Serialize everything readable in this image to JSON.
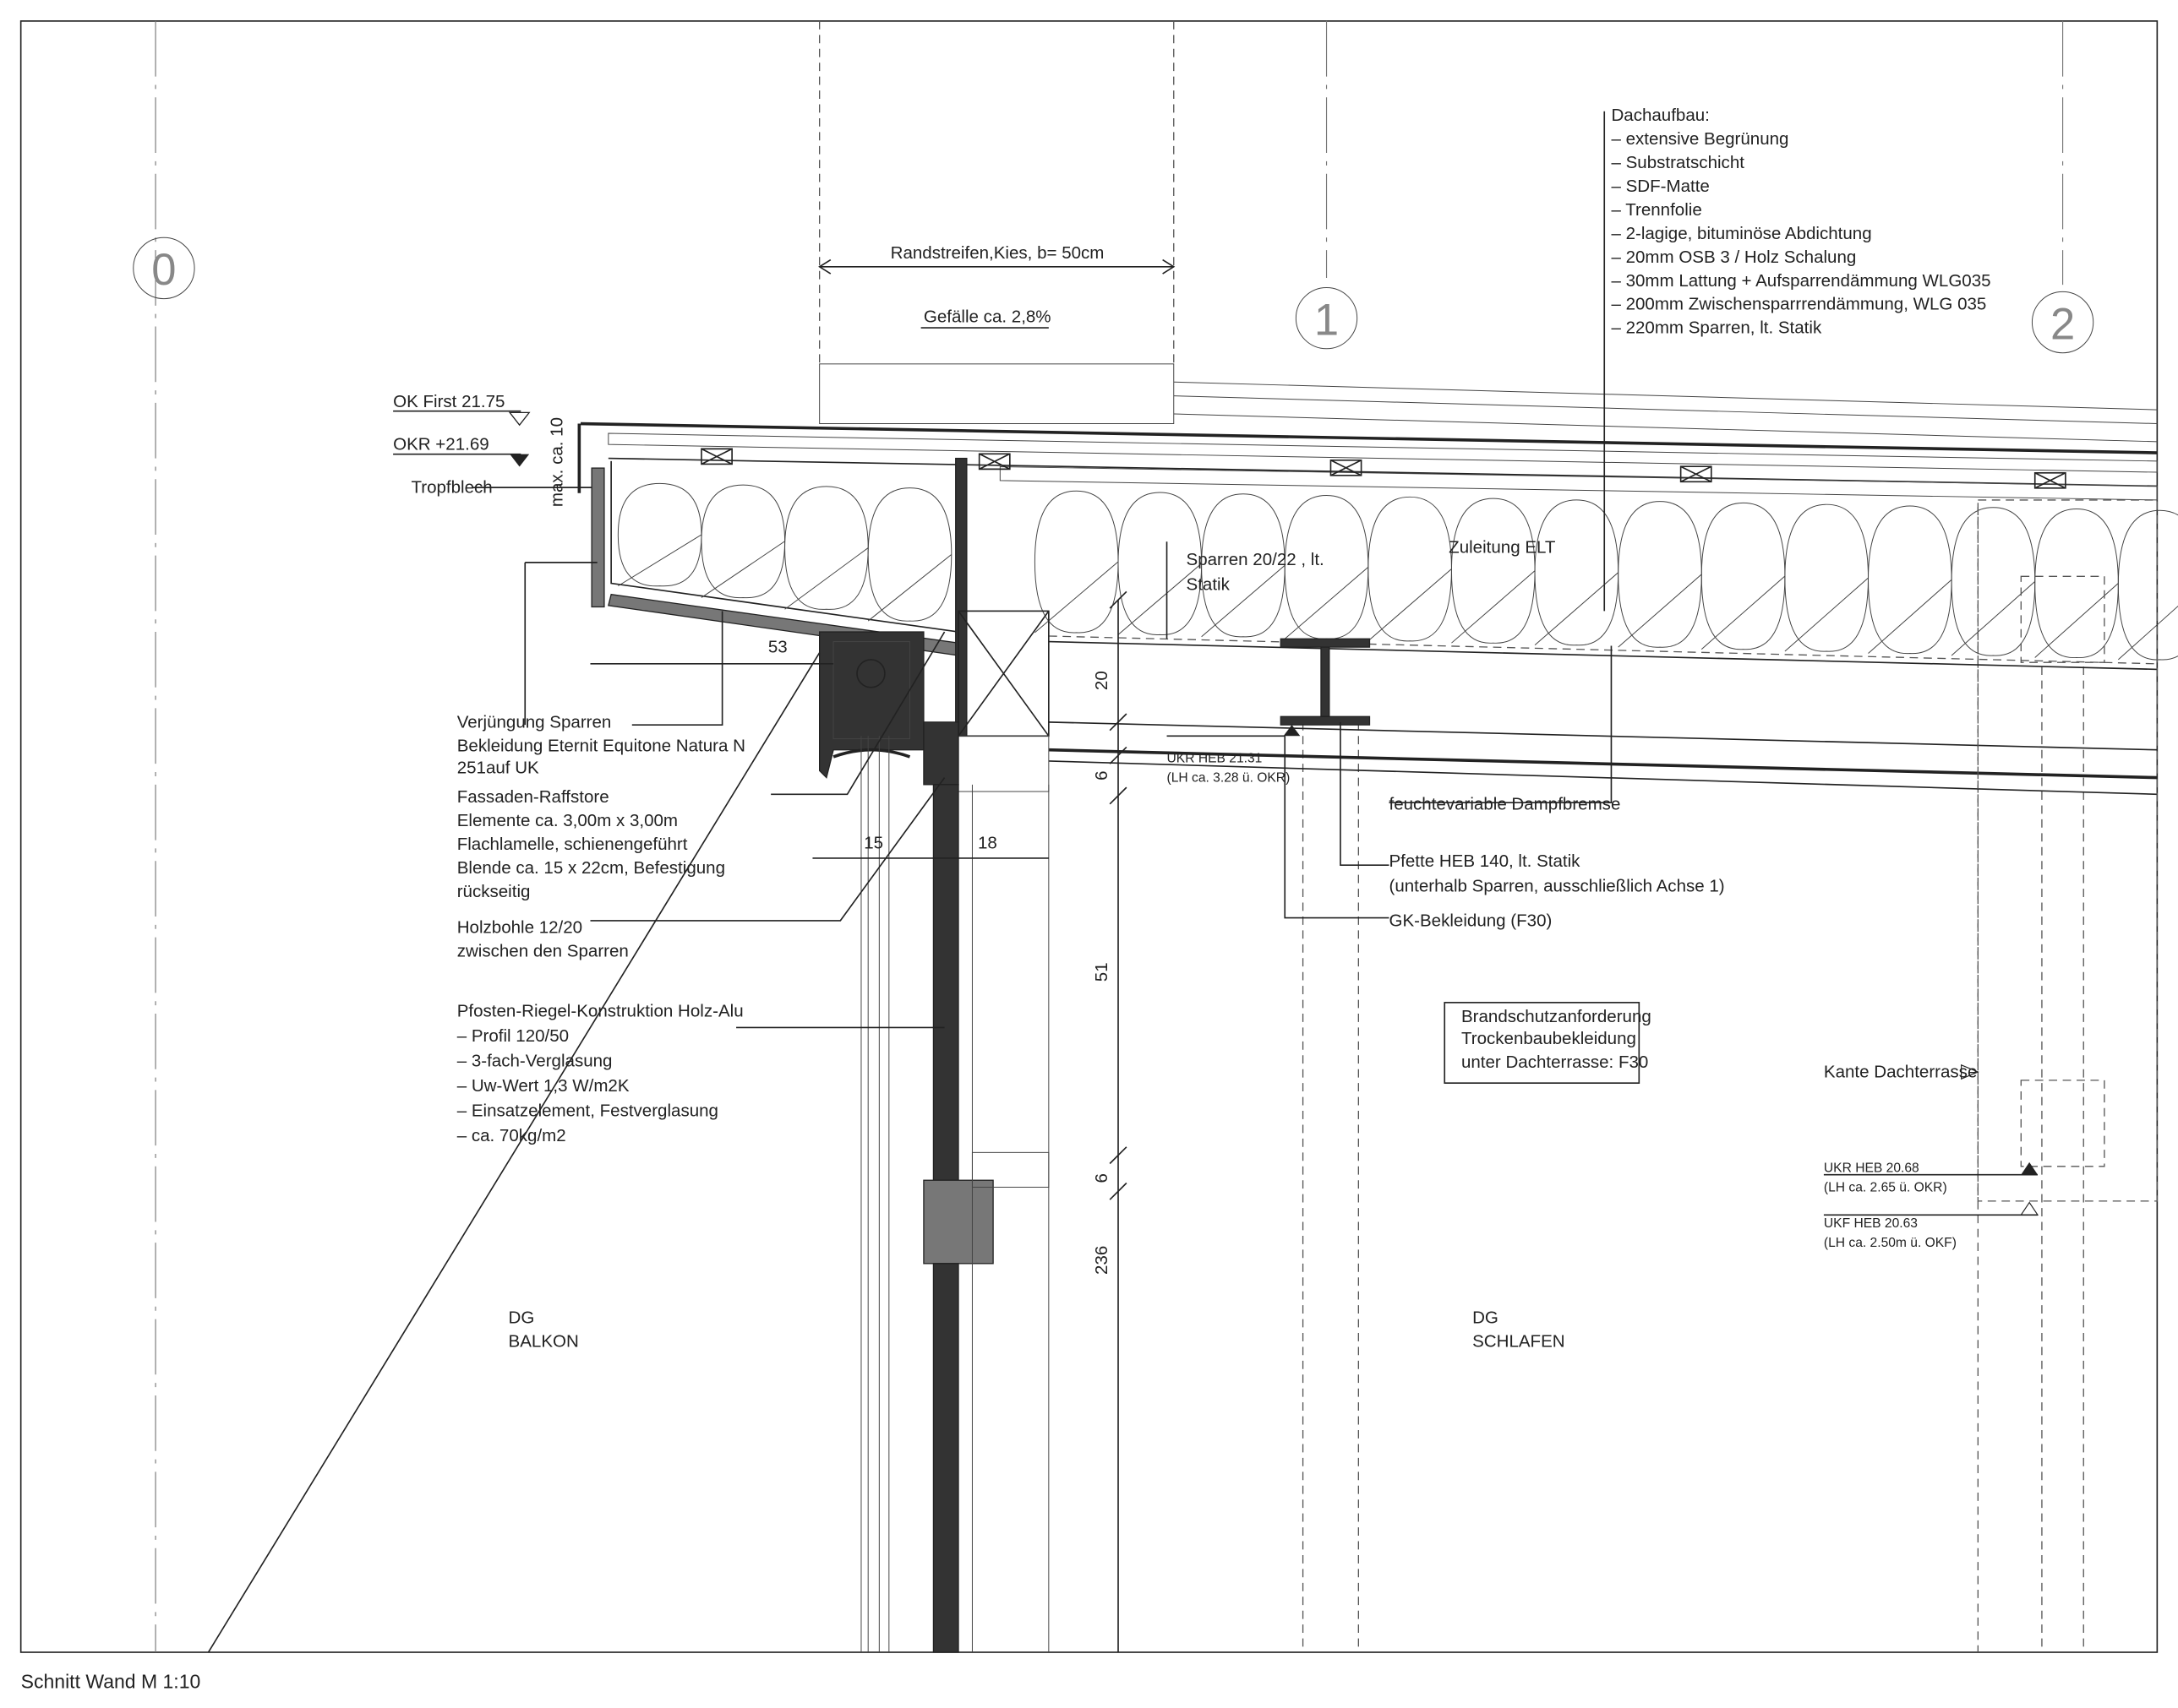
{
  "title": "Schnitt Wand M 1:10",
  "axes": [
    "0",
    "1",
    "2"
  ],
  "roof_build_up": {
    "heading": "Dachaufbau:",
    "items": [
      "– extensive Begrünung",
      "– Substratschicht",
      "– SDF-Matte",
      "– Trennfolie",
      "– 2-lagige, bituminöse Abdichtung",
      "– 20mm OSB 3 / Holz Schalung",
      "– 30mm Lattung + Aufsparrendämmung WLG035",
      "– 200mm Zwischensparrrendämmung, WLG 035",
      "– 220mm Sparren, lt. Statik"
    ]
  },
  "gravel_strip": {
    "label": "Randstreifen,Kies, b= 50cm",
    "slope": "Gefälle ca. 2,8%"
  },
  "levels": {
    "ok_first": "OK First 21.75",
    "okr": "OKR +21.69",
    "tropfblech": "Tropfblech",
    "max_ca": "max. ca. 10",
    "ukr_heb_1": "UKR HEB 21.31",
    "ukr_heb_1_note": "(LH ca. 3.28 ü. OKR)",
    "ukr_heb_2": "UKR HEB 20.68",
    "ukr_heb_2_note": "(LH ca. 2.65 ü. OKR)",
    "ukf_heb_2": "UKF HEB 20.63",
    "ukf_heb_2_note": "(LH ca. 2.50m ü. OKF)"
  },
  "dimensions": {
    "d53": "53",
    "d15": "15",
    "d18": "18",
    "v20": "20",
    "v6a": "6",
    "v51": "51",
    "v6b": "6",
    "v236": "236"
  },
  "notes": {
    "verjuengung": [
      "Verjüngung Sparren",
      "Bekleidung Eternit Equitone Natura N",
      "251auf UK"
    ],
    "raffstore": [
      "Fassaden-Raffstore",
      "Elemente ca. 3,00m x 3,00m",
      "Flachlamelle, schienengeführt",
      "Blende ca. 15 x 22cm, Befestigung",
      "rückseitig"
    ],
    "holzbohle": [
      "Holzbohle 12/20",
      "zwischen den Sparren"
    ],
    "pfosten": [
      "Pfosten-Riegel-Konstruktion Holz-Alu",
      "– Profil 120/50",
      "– 3-fach-Verglasung",
      "– Uw-Wert 1,3 W/m2K",
      "– Einsatzelement, Festverglasung",
      "– ca. 70kg/m2"
    ],
    "sparren": [
      "Sparren 20/22 , lt.",
      "Statik"
    ],
    "zuleitung": "Zuleitung ELT",
    "dampfbremse": "feuchtevariable Dampfbremse",
    "pfette": [
      "Pfette HEB 140, lt. Statik",
      "(unterhalb Sparren, ausschließlich Achse 1)"
    ],
    "gk": "GK-Bekleidung (F30)",
    "brandschutz": [
      "Brandschutzanforderung",
      "Trockenbaubekleidung",
      "unter Dachterrasse: F30"
    ],
    "kante": "Kante Dachterrasse"
  },
  "rooms": {
    "balkon": [
      "DG",
      "BALKON"
    ],
    "schlafen": [
      "DG",
      "SCHLAFEN"
    ]
  }
}
